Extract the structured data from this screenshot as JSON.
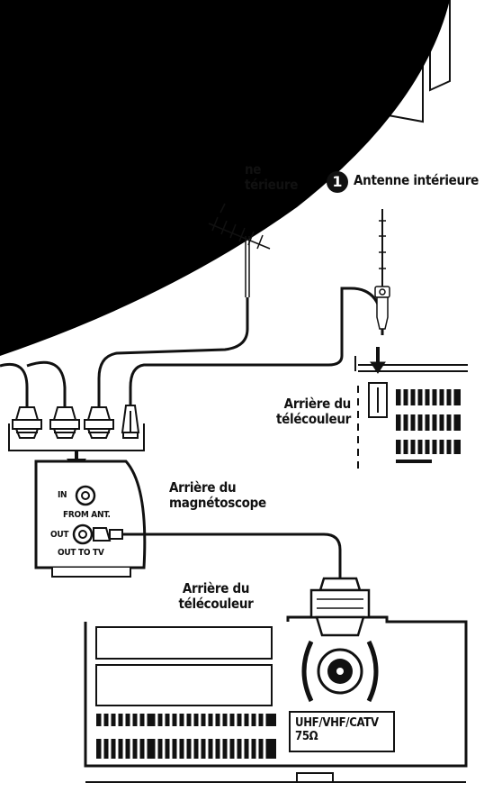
{
  "labels": {
    "indoor_antenna_number": "1",
    "indoor_antenna": "Antenne intérieure",
    "outdoor_antenna_partial": "ne\ntérieure",
    "tv_back_small_line1": "Arrière du",
    "tv_back_small_line2": "télécouleur",
    "vcr_back_line1": "Arrière du",
    "vcr_back_line2": "magnétoscope",
    "vcr_in": "IN",
    "vcr_from_ant": "FROM ANT.",
    "vcr_out": "OUT",
    "vcr_out_to_tv": "OUT TO TV",
    "tv_back_large_line1": "Arrière du",
    "tv_back_large_line2": "télécouleur",
    "tv_jack_line1": "UHF/VHF/CATV",
    "tv_jack_line2": "75Ω"
  },
  "colors": {
    "ink": "#111111",
    "background": "#ffffff"
  }
}
